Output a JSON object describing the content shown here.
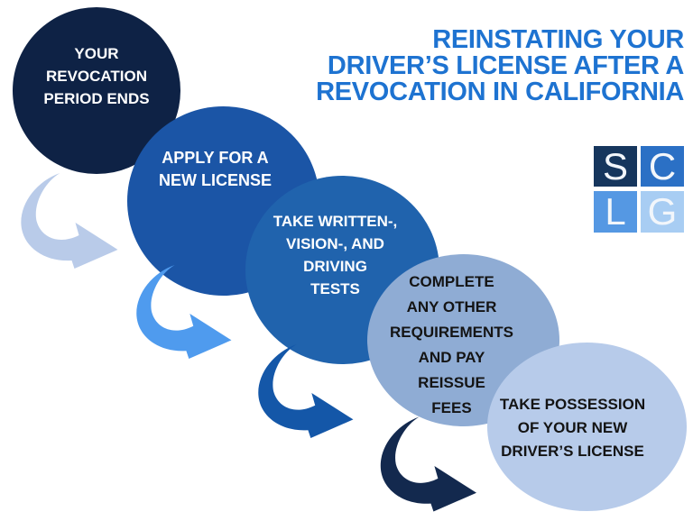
{
  "title": {
    "lines": [
      "REINSTATING YOUR",
      "DRIVER’S LICENSE AFTER A",
      "REVOCATION IN CALIFORNIA"
    ],
    "color": "#1E73D1"
  },
  "logo": {
    "name": "SCLG",
    "squares": [
      {
        "letter": "S",
        "color": "#16365D"
      },
      {
        "letter": "C",
        "color": "#2B70C5"
      },
      {
        "letter": "L",
        "color": "#5598E3"
      },
      {
        "letter": "G",
        "color": "#A8CDF3"
      }
    ]
  },
  "steps": [
    {
      "order": 1,
      "label": "YOUR REVOCATION PERIOD ENDS",
      "lines": [
        "YOUR",
        "REVOCATION",
        "PERIOD ENDS"
      ],
      "circle_color": "#0E2245",
      "text_color": "#FFFFFF"
    },
    {
      "order": 2,
      "label": "APPLY FOR A NEW LICENSE",
      "lines": [
        "APPLY FOR A",
        "NEW LICENSE"
      ],
      "circle_color": "#1B55A6",
      "text_color": "#FFFFFF"
    },
    {
      "order": 3,
      "label": "TAKE WRITTEN-, VISION-, AND DRIVING TESTS",
      "lines": [
        "TAKE WRITTEN-,",
        "VISION-, AND",
        "DRIVING",
        "TESTS"
      ],
      "circle_color": "#2063AD",
      "text_color": "#FFFFFF"
    },
    {
      "order": 4,
      "label": "COMPLETE ANY OTHER REQUIREMENTS AND PAY REISSUE FEES",
      "lines": [
        "COMPLETE",
        "ANY OTHER",
        "REQUIREMENTS",
        "AND PAY",
        "REISSUE",
        "FEES"
      ],
      "circle_color": "#8FACD4",
      "text_color": "#141414"
    },
    {
      "order": 5,
      "label": "TAKE POSSESSION OF YOUR NEW DRIVER’S LICENSE",
      "lines": [
        "TAKE POSSESSION",
        "OF YOUR NEW",
        "DRIVER’S LICENSE"
      ],
      "circle_color": "#B7CBEA",
      "text_color": "#141414"
    }
  ],
  "arrows": [
    {
      "from_step": 1,
      "to_step": 2,
      "color": "#B9CBE9"
    },
    {
      "from_step": 2,
      "to_step": 3,
      "color": "#4F9BEE"
    },
    {
      "from_step": 3,
      "to_step": 4,
      "color": "#1457A8"
    },
    {
      "from_step": 4,
      "to_step": 5,
      "color": "#13294E"
    }
  ]
}
